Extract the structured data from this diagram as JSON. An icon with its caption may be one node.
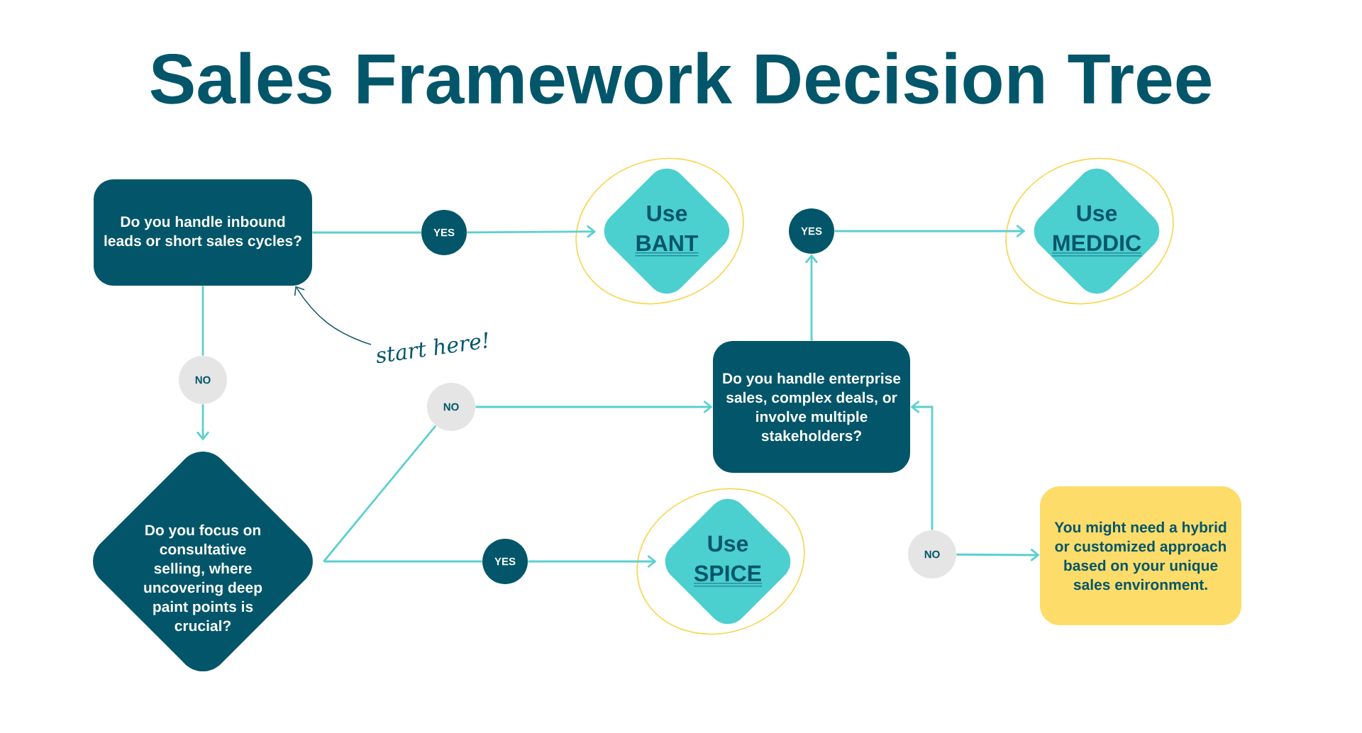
{
  "diagram": {
    "title": "Sales Framework Decision Tree",
    "nodes": [
      {
        "text": [
          "Do you handle inbound leads or short sales cycles?"
        ]
      },
      {
        "text": [
          "YES"
        ]
      },
      {
        "text": [
          "Use",
          "BANT"
        ]
      },
      {
        "text": [
          "YES"
        ]
      },
      {
        "text": [
          "Use",
          "MEDDIC"
        ]
      },
      {
        "text": [
          "NO"
        ]
      },
      {
        "text": [
          "Do you handle enterprise sales, complex deals, or involve multiple stakeholders?"
        ]
      },
      {
        "text": [
          "NO"
        ]
      },
      {
        "text": [
          "Do you focus on consultative selling, where uncovering deep paint points is crucial?"
        ]
      },
      {
        "text": [
          "YES"
        ]
      },
      {
        "text": [
          "Use",
          "SPICE"
        ]
      },
      {
        "text": [
          "NO"
        ]
      },
      {
        "text": [
          "You might need a hybrid or customized approach based on your unique sales environment."
        ]
      },
      {
        "text": [
          "start here!"
        ]
      }
    ],
    "edges": [
      {
        "from": 0,
        "to": 1,
        "arrow": "none"
      },
      {
        "from": 1,
        "to": 2,
        "arrow": "to"
      },
      {
        "from": 0,
        "to": 5,
        "arrow": "none"
      },
      {
        "from": 5,
        "to": 8,
        "arrow": "to"
      },
      {
        "from": 8,
        "to": 7,
        "arrow": "none"
      },
      {
        "from": 7,
        "to": 6,
        "arrow": "to"
      },
      {
        "from": 8,
        "to": 9,
        "arrow": "none"
      },
      {
        "from": 9,
        "to": 10,
        "arrow": "to"
      },
      {
        "from": 6,
        "to": 3,
        "arrow": "to"
      },
      {
        "from": 3,
        "to": 4,
        "arrow": "to"
      },
      {
        "from": 11,
        "to": 6,
        "arrow": "to"
      },
      {
        "from": 11,
        "to": 12,
        "arrow": "to"
      },
      {
        "from": 13,
        "to": 0,
        "arrow": "to",
        "color": "#1b5a6e"
      }
    ]
  }
}
